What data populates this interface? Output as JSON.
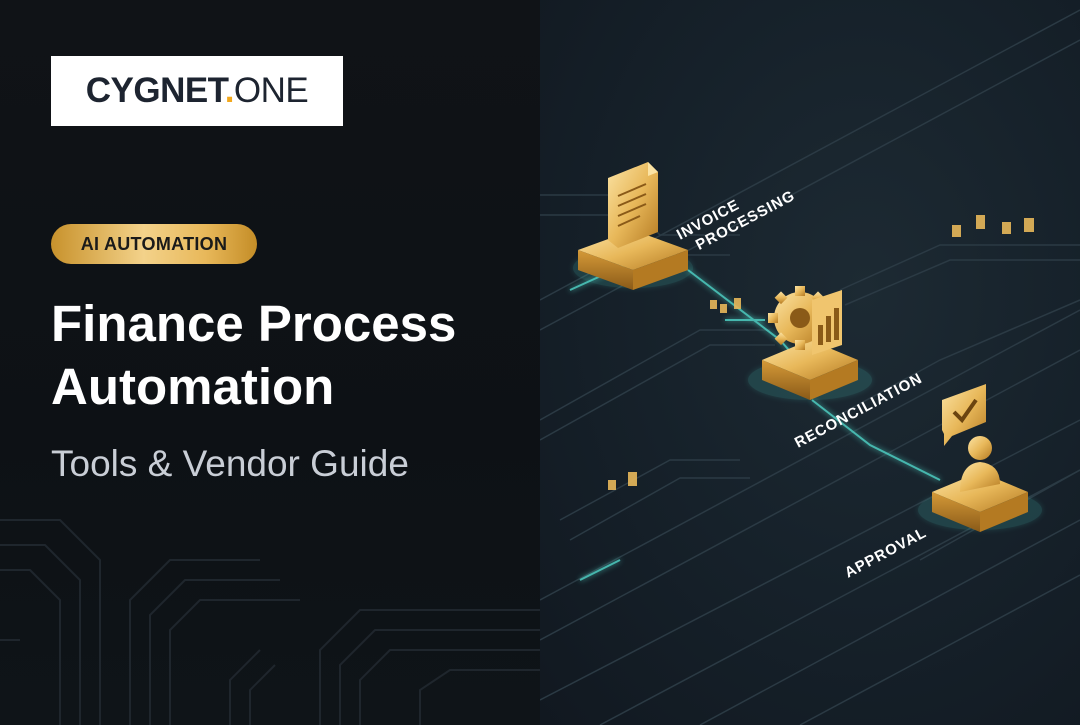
{
  "brand": {
    "logo_main": "CYGNET",
    "logo_dot": ".",
    "logo_suffix": "ONE"
  },
  "badge": {
    "label": "AI AUTOMATION"
  },
  "hero": {
    "title_line1": "Finance Process",
    "title_line2": "Automation",
    "subtitle": "Tools & Vendor Guide"
  },
  "flow": {
    "nodes": [
      {
        "label_line1": "INVOICE",
        "label_line2": "PROCESSING",
        "icon": "document-icon"
      },
      {
        "label_line1": "RECONCILIATION",
        "icon": "gear-chart-icon"
      },
      {
        "label_line1": "APPROVAL",
        "icon": "approval-user-icon"
      }
    ]
  },
  "colors": {
    "accent_gold": "#e8b85a",
    "circuit_teal": "#4fd1c5",
    "background_dark": "#0e1218"
  }
}
